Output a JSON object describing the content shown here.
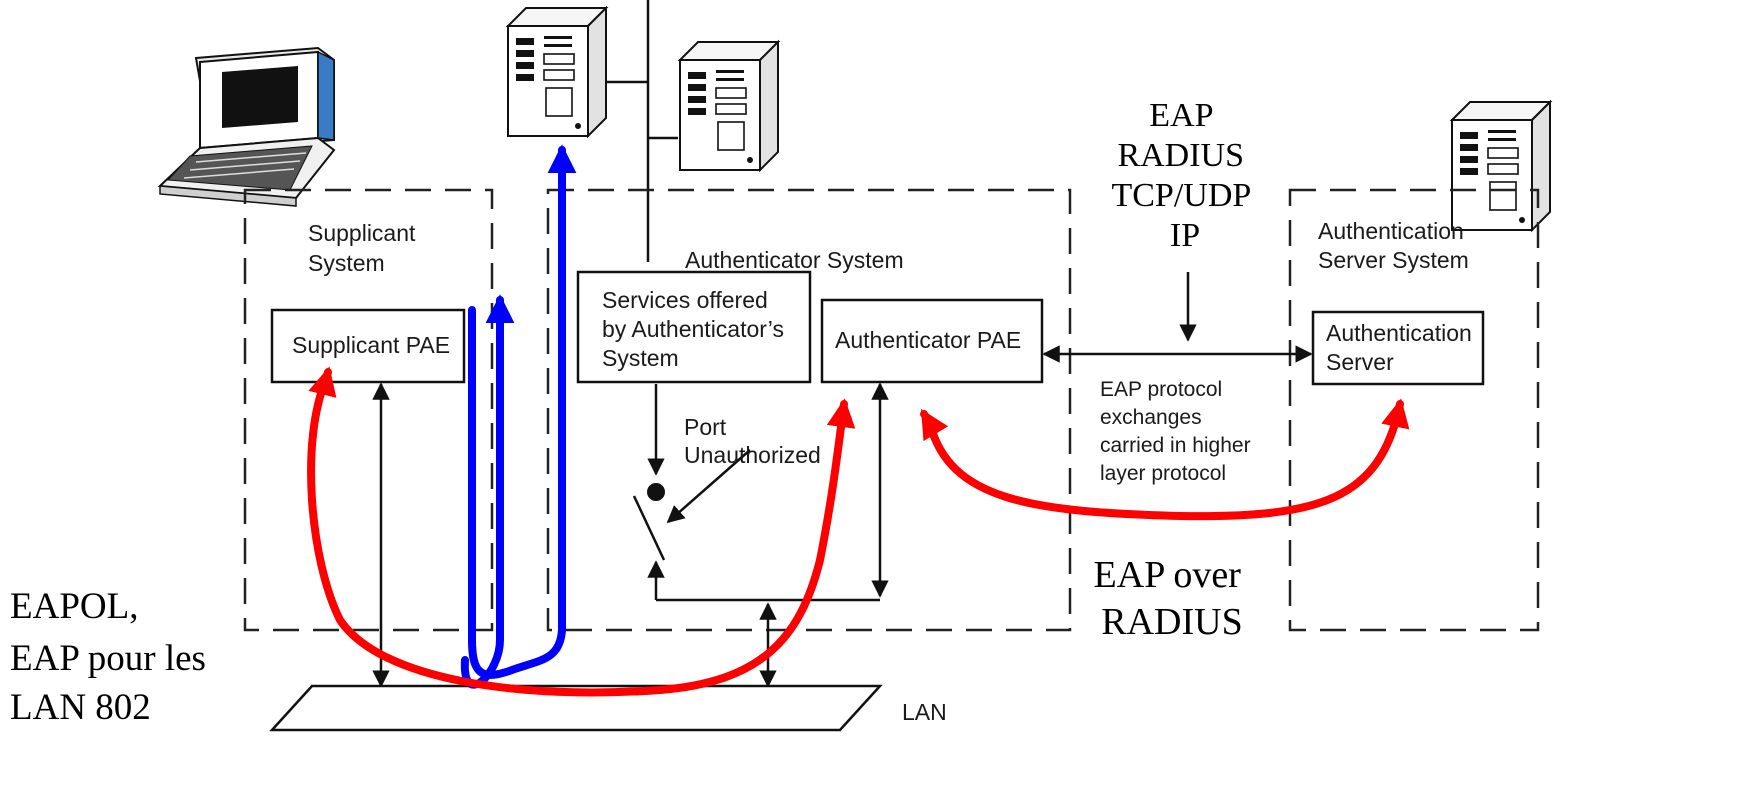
{
  "regions": {
    "supplicant": "Supplicant System",
    "authenticator": "Authenticator System",
    "server": "Authentication Server System"
  },
  "boxes": {
    "supplicant_pae": "Supplicant PAE",
    "services": [
      "Services offered",
      "by Authenticator’s",
      "System"
    ],
    "authenticator_pae": "Authenticator PAE",
    "auth_server": [
      "Authentication",
      "Server"
    ]
  },
  "labels": {
    "port": [
      "Port",
      "Unauthorized"
    ],
    "eap_protocol": [
      "EAP protocol",
      "exchanges",
      "carried in higher",
      "layer protocol"
    ],
    "lan": "LAN",
    "stack": [
      "EAP",
      "RADIUS",
      "TCP/UDP",
      "IP"
    ],
    "eap_over_radius": [
      "EAP over",
      "RADIUS"
    ],
    "eapol": [
      "EAPOL,",
      "EAP pour les",
      "LAN 802"
    ]
  },
  "colors": {
    "red_arrow": "#ff0000",
    "blue_arrow": "#0000ff",
    "ink": "#111111"
  },
  "icons": [
    "laptop-icon",
    "server-tower-icon"
  ]
}
